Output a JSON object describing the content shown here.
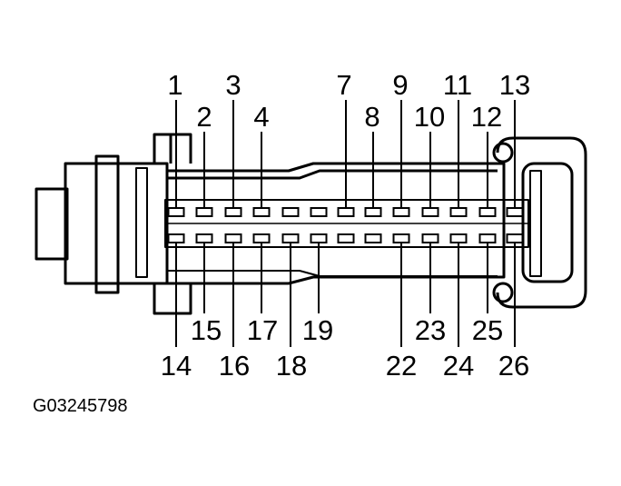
{
  "figure_id": "G03245798",
  "connector": {
    "top_row_pins": [
      "1",
      "2",
      "3",
      "4",
      "7",
      "8",
      "9",
      "10",
      "11",
      "12",
      "13"
    ],
    "bottom_row_pins": [
      "14",
      "15",
      "16",
      "17",
      "18",
      "19",
      "22",
      "23",
      "24",
      "25",
      "26"
    ]
  }
}
